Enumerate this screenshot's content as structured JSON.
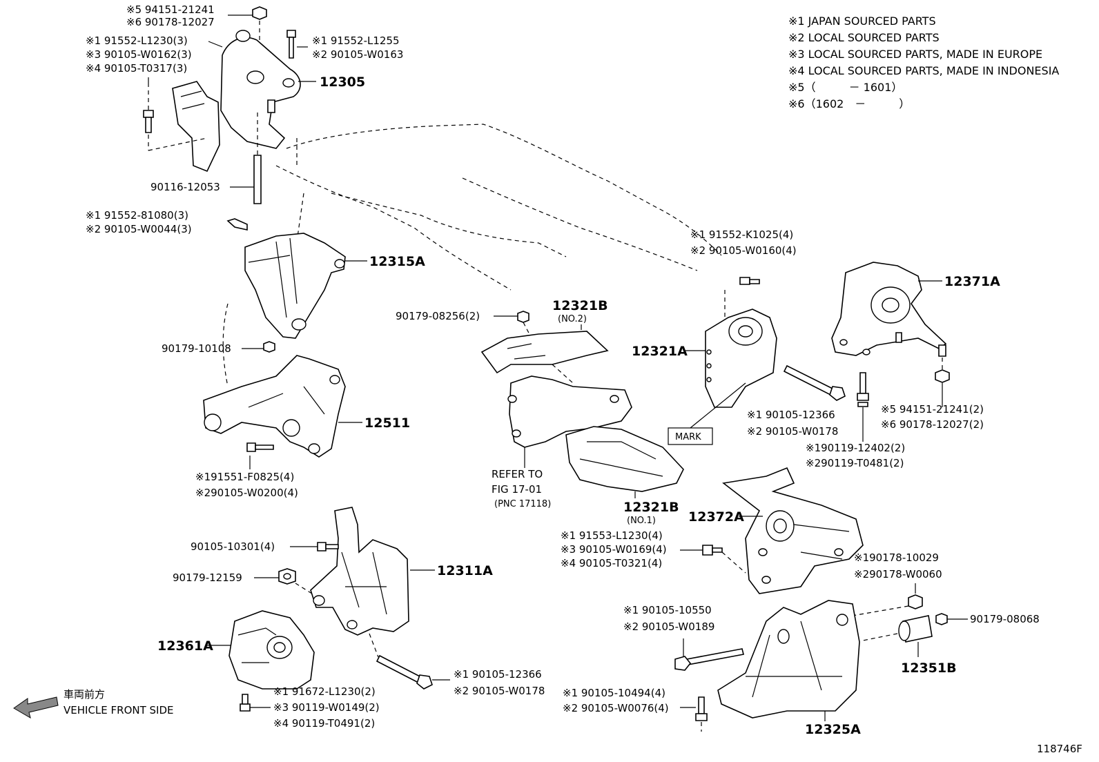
{
  "legend": [
    "※1 JAPAN SOURCED PARTS",
    "※2 LOCAL SOURCED PARTS",
    "※3 LOCAL SOURCED PARTS, MADE IN EUROPE",
    "※4 LOCAL SOURCED PARTS, MADE IN INDONESIA",
    "※5（　　　－ 1601）",
    "※6（1602　－　　　）"
  ],
  "part_numbers": {
    "p12305": "12305",
    "p12315A": "12315A",
    "p12511": "12511",
    "p12311A": "12311A",
    "p12361A": "12361A",
    "p12321B_top": "12321B",
    "p12321B_top_sub": "(NO.2)",
    "p12321B_bot": "12321B",
    "p12321B_bot_sub": "(NO.1)",
    "p12321A": "12321A",
    "p12371A": "12371A",
    "p12372A": "12372A",
    "p12351B": "12351B",
    "p12325A": "12325A"
  },
  "callouts": {
    "c_top_1": "※5 94151-21241",
    "c_top_2": "※6 90178-12027",
    "c_tl_1": "※1 91552-L1230(3)",
    "c_tl_2": "※3 90105-W0162(3)",
    "c_tl_3": "※4 90105-T0317(3)",
    "c_tr_1": "※1  91552-L1255",
    "c_tr_2": "※2  90105-W0163",
    "c_stud": "90116-12053",
    "c_81080_1": "※1 91552-81080(3)",
    "c_81080_2": "※2 90105-W0044(3)",
    "c_10108": "90179-10108",
    "c_f0825_1": "※191551-F0825(4)",
    "c_f0825_2": "※290105-W0200(4)",
    "c_10301": "90105-10301(4)",
    "c_12159": "90179-12159",
    "c_12366b_1": "※1 90105-12366",
    "c_12366b_2": "※2 90105-W0178",
    "c_l1230_1": "※1 91672-L1230(2)",
    "c_l1230_2": "※3 90119-W0149(2)",
    "c_l1230_3": "※4 90119-T0491(2)",
    "c_08256": "90179-08256(2)",
    "refer_1": "REFER TO",
    "refer_2": "FIG 17-01",
    "refer_3": "(PNC 17118)",
    "c_k1025_1": "※1 91552-K1025(4)",
    "c_k1025_2": "※2 90105-W0160(4)",
    "mark": "MARK",
    "c_12366a_1": "※1 90105-12366",
    "c_12366a_2": "※2 90105-W0178",
    "c_12402_1": "※190119-12402(2)",
    "c_12402_2": "※290119-T0481(2)",
    "c_21241_1": "※5  94151-21241(2)",
    "c_21241_2": "※6  90178-12027(2)",
    "c_l1230b_1": "※1 91553-L1230(4)",
    "c_l1230b_2": "※3 90105-W0169(4)",
    "c_l1230b_3": "※4 90105-T0321(4)",
    "c_10029_1": "※190178-10029",
    "c_10029_2": "※290178-W0060",
    "c_08068": "90179-08068",
    "c_10550_1": "※1 90105-10550",
    "c_10550_2": "※2 90105-W0189",
    "c_10494_1": "※1 90105-10494(4)",
    "c_10494_2": "※2 90105-W0076(4)"
  },
  "front": {
    "jp": "車両前方",
    "en": "VEHICLE FRONT SIDE"
  },
  "figure_id": "118746F"
}
